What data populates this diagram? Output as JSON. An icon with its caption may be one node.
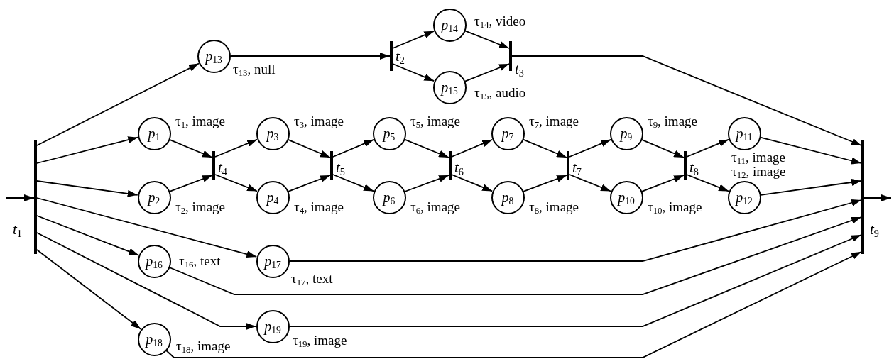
{
  "diagram": {
    "nodes": [
      {
        "text": [
          "*t*$_{1}$"
        ]
      },
      {
        "text": [
          "*p*$_{13}$"
        ],
        "beside": [
          "τ$_{13}$, null"
        ]
      },
      {
        "text": [
          "*t*$_{2}$"
        ]
      },
      {
        "text": [
          "*p*$_{14}$"
        ],
        "beside": [
          "τ$_{14}$, video"
        ]
      },
      {
        "text": [
          "*p*$_{15}$"
        ],
        "beside": [
          "τ$_{15}$, audio"
        ]
      },
      {
        "text": [
          "*t*$_{3}$"
        ]
      },
      {
        "text": [
          "*p*$_{1}$"
        ],
        "beside": [
          "τ$_{1}$, image"
        ]
      },
      {
        "text": [
          "*p*$_{2}$"
        ],
        "beside": [
          "τ$_{2}$, image"
        ]
      },
      {
        "text": [
          "*t*$_{4}$"
        ]
      },
      {
        "text": [
          "*p*$_{3}$"
        ],
        "beside": [
          "τ$_{3}$, image"
        ]
      },
      {
        "text": [
          "*p*$_{4}$"
        ],
        "beside": [
          "τ$_{4}$, image"
        ]
      },
      {
        "text": [
          "*t*$_{5}$"
        ]
      },
      {
        "text": [
          "*p*$_{5}$"
        ],
        "beside": [
          "τ$_{5}$, image"
        ]
      },
      {
        "text": [
          "*p*$_{6}$"
        ],
        "beside": [
          "τ$_{6}$, image"
        ]
      },
      {
        "text": [
          "*t*$_{6}$"
        ]
      },
      {
        "text": [
          "*p*$_{7}$"
        ],
        "beside": [
          "τ$_{7}$, image"
        ]
      },
      {
        "text": [
          "*p*$_{8}$"
        ],
        "beside": [
          "τ$_{8}$, image"
        ]
      },
      {
        "text": [
          "*t*$_{7}$"
        ]
      },
      {
        "text": [
          "*p*$_{9}$"
        ],
        "beside": [
          "τ$_{9}$, image"
        ]
      },
      {
        "text": [
          "*p*$_{10}$"
        ],
        "beside": [
          "τ$_{10}$, image"
        ]
      },
      {
        "text": [
          "*t*$_{8}$"
        ]
      },
      {
        "text": [
          "*p*$_{11}$"
        ],
        "beside": [
          "τ$_{11}$, image"
        ]
      },
      {
        "text": [
          "*p*$_{12}$"
        ],
        "beside": [
          "τ$_{12}$, image"
        ]
      },
      {
        "text": [
          "*p*$_{16}$"
        ],
        "beside": [
          "τ$_{16}$, text"
        ]
      },
      {
        "text": [
          "*p*$_{17}$"
        ],
        "beside": [
          "τ$_{17}$, text"
        ]
      },
      {
        "text": [
          "*p*$_{18}$"
        ],
        "beside": [
          "τ$_{18}$, image"
        ]
      },
      {
        "text": [
          "*p*$_{19}$"
        ],
        "beside": [
          "τ$_{19}$, image"
        ]
      },
      {
        "text": [
          "*t*$_{9}$"
        ]
      }
    ],
    "edges": [
      {
        "from": null,
        "to": 0,
        "arrow": "to"
      },
      {
        "from": 0,
        "to": 1,
        "arrow": "to"
      },
      {
        "from": 0,
        "to": 6,
        "arrow": "to"
      },
      {
        "from": 0,
        "to": 7,
        "arrow": "to"
      },
      {
        "from": 0,
        "to": 24,
        "arrow": "to"
      },
      {
        "from": 0,
        "to": 23,
        "arrow": "to"
      },
      {
        "from": 0,
        "to": 26,
        "arrow": "to"
      },
      {
        "from": 0,
        "to": 25,
        "arrow": "to"
      },
      {
        "from": 1,
        "to": 2,
        "arrow": "to"
      },
      {
        "from": 2,
        "to": 3,
        "arrow": "to"
      },
      {
        "from": 2,
        "to": 4,
        "arrow": "to"
      },
      {
        "from": 3,
        "to": 5,
        "arrow": "to"
      },
      {
        "from": 4,
        "to": 5,
        "arrow": "to"
      },
      {
        "from": 5,
        "to": 27,
        "arrow": "to"
      },
      {
        "from": 6,
        "to": 8,
        "arrow": "to"
      },
      {
        "from": 7,
        "to": 8,
        "arrow": "to"
      },
      {
        "from": 8,
        "to": 9,
        "arrow": "to"
      },
      {
        "from": 8,
        "to": 10,
        "arrow": "to"
      },
      {
        "from": 9,
        "to": 11,
        "arrow": "to"
      },
      {
        "from": 10,
        "to": 11,
        "arrow": "to"
      },
      {
        "from": 11,
        "to": 12,
        "arrow": "to"
      },
      {
        "from": 11,
        "to": 13,
        "arrow": "to"
      },
      {
        "from": 12,
        "to": 14,
        "arrow": "to"
      },
      {
        "from": 13,
        "to": 14,
        "arrow": "to"
      },
      {
        "from": 14,
        "to": 15,
        "arrow": "to"
      },
      {
        "from": 14,
        "to": 16,
        "arrow": "to"
      },
      {
        "from": 15,
        "to": 17,
        "arrow": "to"
      },
      {
        "from": 16,
        "to": 17,
        "arrow": "to"
      },
      {
        "from": 17,
        "to": 18,
        "arrow": "to"
      },
      {
        "from": 17,
        "to": 19,
        "arrow": "to"
      },
      {
        "from": 18,
        "to": 20,
        "arrow": "to"
      },
      {
        "from": 19,
        "to": 20,
        "arrow": "to"
      },
      {
        "from": 20,
        "to": 21,
        "arrow": "to"
      },
      {
        "from": 20,
        "to": 22,
        "arrow": "to"
      },
      {
        "from": 21,
        "to": 27,
        "arrow": "to"
      },
      {
        "from": 22,
        "to": 27,
        "arrow": "to"
      },
      {
        "from": 24,
        "to": 27,
        "arrow": "to"
      },
      {
        "from": 23,
        "to": 27,
        "arrow": "to"
      },
      {
        "from": 26,
        "to": 27,
        "arrow": "to"
      },
      {
        "from": 25,
        "to": 27,
        "arrow": "to"
      },
      {
        "from": 27,
        "to": null,
        "arrow": "to"
      }
    ]
  }
}
